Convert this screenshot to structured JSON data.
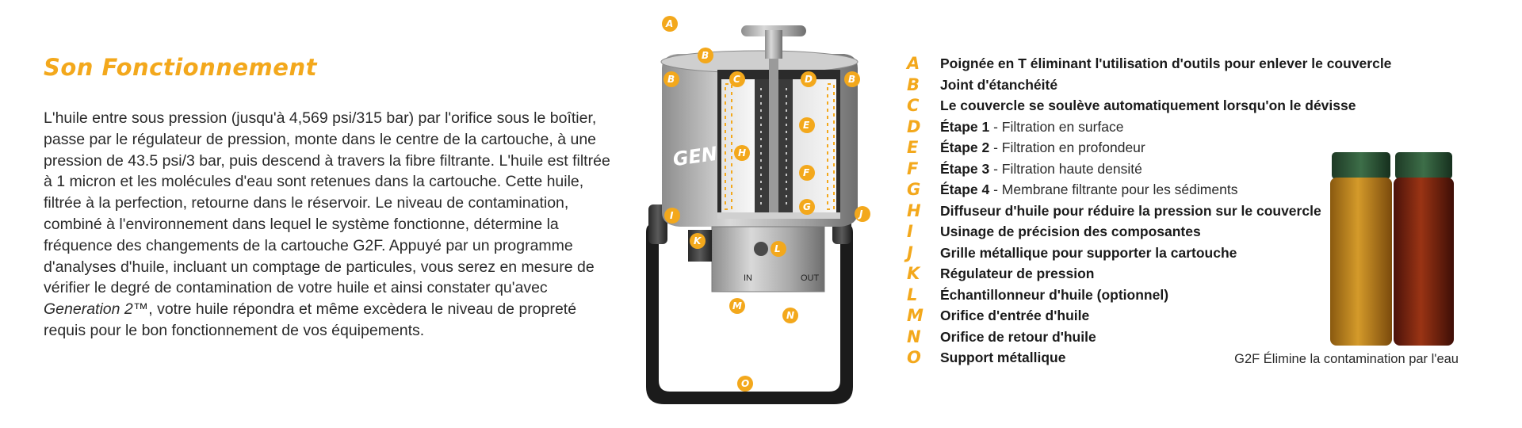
{
  "title": "Son Fonctionnement",
  "paragraph": {
    "text_1": "L'huile entre sous pression (jusqu'à 4,569 psi/315 bar) par l'orifice sous le boîtier, passe par le régulateur de pression, monte dans le centre de la cartouche, à une pression de 43.5 psi/3 bar, puis descend à travers la fibre filtrante. L'huile est filtrée à 1 micron et les molécules d'eau sont retenues dans la cartouche. Cette huile, filtrée à la perfection, retourne dans le réservoir. Le niveau de contamination, combiné à l'environnement dans lequel le système fonctionne, détermine la fréquence des changements de la cartouche G2F. Appuyé par un programme d'analyses d'huile, incluant un comptage de particules, vous serez en mesure de vérifier le degré de contamination de votre huile et ainsi constater qu'avec ",
    "product_name": "Generation 2",
    "trademark": "™",
    "text_2": ", votre huile répondra et même excèdera le niveau de propreté requis pour le bon fonctionnement de vos équipements."
  },
  "diagram": {
    "brand_label": "GEN",
    "port_in": "IN",
    "port_out": "OUT",
    "markers": [
      "A",
      "B",
      "B",
      "B",
      "C",
      "D",
      "E",
      "F",
      "G",
      "H",
      "I",
      "J",
      "K",
      "L",
      "M",
      "N",
      "O"
    ]
  },
  "legend": [
    {
      "letter": "A",
      "name": "Poignée en T éliminant l'utilisation d'outils pour enlever le couvercle",
      "desc": ""
    },
    {
      "letter": "B",
      "name": "Joint d'étanchéité",
      "desc": ""
    },
    {
      "letter": "C",
      "name": "Le couvercle se soulève automatiquement lorsqu'on le dévisse",
      "desc": ""
    },
    {
      "letter": "D",
      "name": "Étape 1",
      "desc": " - Filtration en surface"
    },
    {
      "letter": "E",
      "name": "Étape 2",
      "desc": " - Filtration en profondeur"
    },
    {
      "letter": "F",
      "name": "Étape 3",
      "desc": " - Filtration haute densité"
    },
    {
      "letter": "G",
      "name": "Étape 4",
      "desc": " - Membrane filtrante pour les sédiments"
    },
    {
      "letter": "H",
      "name": "Diffuseur d'huile pour réduire la pression sur le couvercle",
      "desc": ""
    },
    {
      "letter": "I",
      "name": "Usinage de précision des composantes",
      "desc": ""
    },
    {
      "letter": "J",
      "name": "Grille métallique pour supporter la cartouche",
      "desc": ""
    },
    {
      "letter": "K",
      "name": "Régulateur de pression",
      "desc": ""
    },
    {
      "letter": "L",
      "name": "Échantillonneur d'huile (optionnel)",
      "desc": ""
    },
    {
      "letter": "M",
      "name": "Orifice d'entrée d'huile",
      "desc": ""
    },
    {
      "letter": "N",
      "name": "Orifice de retour d'huile",
      "desc": ""
    },
    {
      "letter": "O",
      "name": "Support métallique",
      "desc": ""
    }
  ],
  "photo_caption": "G2F Élimine la contamination par l'eau",
  "colors": {
    "accent": "#f3a81c",
    "text": "#2a2a2a",
    "oil_clean": "#c88a1e",
    "oil_dirty": "#8a2a0e",
    "cap_green": "#2f5a3a"
  }
}
